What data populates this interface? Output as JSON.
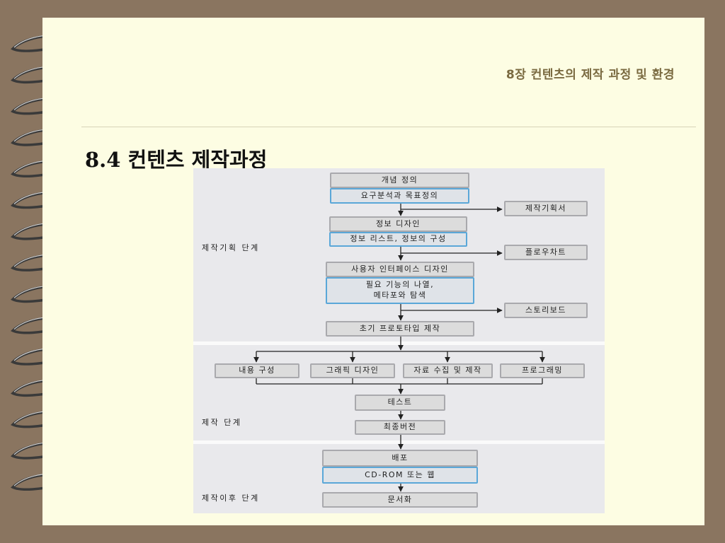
{
  "header": {
    "title": "8장 컨텐츠의 제작 과정 및 환경"
  },
  "section": {
    "title": "8.4 컨텐츠 제작과정"
  },
  "diagram": {
    "stages": {
      "planning": "제작기획 단계",
      "production": "제작 단계",
      "post": "제작이후 단계"
    },
    "planning": {
      "concept": "개념 정의",
      "concept_detail": "요구분석과 목표정의",
      "output_planning_doc": "제작기획서",
      "info_design": "정보 디자인",
      "info_design_detail": "정보 리스트, 정보의 구성",
      "output_flowchart": "플로우차트",
      "ui_design": "사용자 인터페이스 디자인",
      "ui_design_detail_1": "필요 기능의 나열,",
      "ui_design_detail_2": "메타포와 탐색",
      "output_storyboard": "스토리보드",
      "prototype": "초기 프로토타입 제작"
    },
    "production": {
      "tasks": [
        "내용 구성",
        "그래픽 디자인",
        "자료 수집 및 제작",
        "프로그래밍"
      ],
      "test": "테스트",
      "final": "최종버전"
    },
    "post": {
      "distribution": "배포",
      "distribution_detail": "CD-ROM 또는 웹",
      "documentation": "문서화"
    }
  },
  "colors": {
    "background": "#8a7560",
    "page": "#fdfde3",
    "box_border": "#a9a9ad",
    "box_highlight_border": "#5aa7d8"
  }
}
